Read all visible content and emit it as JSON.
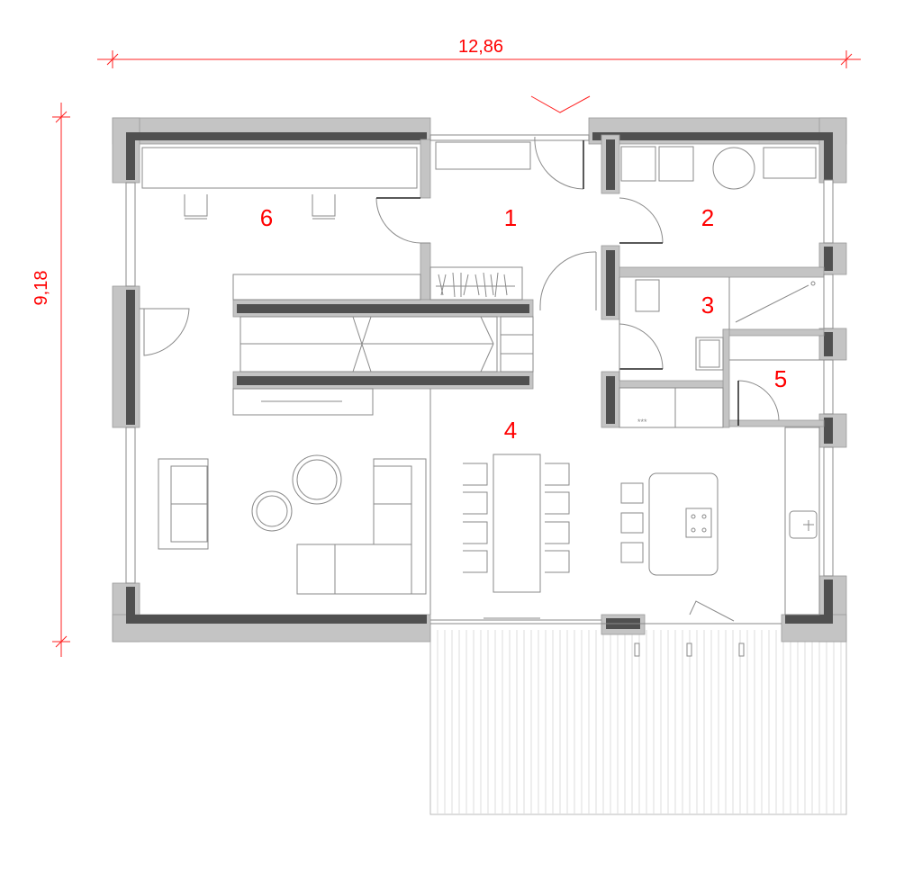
{
  "dimensions": {
    "width": "12,86",
    "depth": "9,18"
  },
  "rooms": [
    {
      "number": "1"
    },
    {
      "number": "2"
    },
    {
      "number": "3"
    },
    {
      "number": "4"
    },
    {
      "number": "5"
    },
    {
      "number": "6"
    }
  ],
  "colors": {
    "annotation": "#ff0000",
    "wall_outer": "#c4c4c4",
    "wall_core": "#505050"
  },
  "kitchen_marks": "***"
}
